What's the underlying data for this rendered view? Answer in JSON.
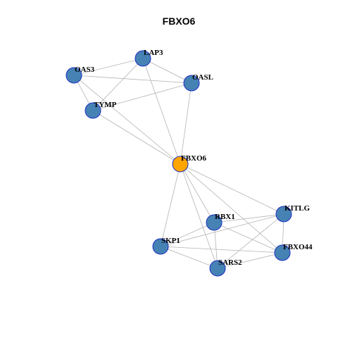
{
  "title": "FBXO6",
  "colors": {
    "center_node": "#FFA500",
    "node": "#4682B4",
    "node_border": "#1C2FC4",
    "edge": "#B3B3B3"
  },
  "nodes": [
    {
      "id": "LAP3",
      "label": "LAP3",
      "type": "neighbor"
    },
    {
      "id": "OAS3",
      "label": "OAS3",
      "type": "neighbor"
    },
    {
      "id": "OASL",
      "label": "OASL",
      "type": "neighbor"
    },
    {
      "id": "TYMP",
      "label": "TYMP",
      "type": "neighbor"
    },
    {
      "id": "FBXO6",
      "label": "FBXO6",
      "type": "center"
    },
    {
      "id": "KITLG",
      "label": "KITLG",
      "type": "neighbor"
    },
    {
      "id": "RBX1",
      "label": "RBX1",
      "type": "neighbor"
    },
    {
      "id": "SKP1",
      "label": "SKP1",
      "type": "neighbor"
    },
    {
      "id": "FBXO44",
      "label": "FBXO44",
      "type": "neighbor"
    },
    {
      "id": "SARS2",
      "label": "SARS2",
      "type": "neighbor"
    }
  ],
  "edges": [
    [
      "OAS3",
      "LAP3"
    ],
    [
      "OAS3",
      "OASL"
    ],
    [
      "OAS3",
      "TYMP"
    ],
    [
      "OAS3",
      "FBXO6"
    ],
    [
      "LAP3",
      "OASL"
    ],
    [
      "LAP3",
      "TYMP"
    ],
    [
      "LAP3",
      "FBXO6"
    ],
    [
      "OASL",
      "TYMP"
    ],
    [
      "OASL",
      "FBXO6"
    ],
    [
      "TYMP",
      "FBXO6"
    ],
    [
      "FBXO6",
      "KITLG"
    ],
    [
      "FBXO6",
      "RBX1"
    ],
    [
      "FBXO6",
      "SKP1"
    ],
    [
      "FBXO6",
      "FBXO44"
    ],
    [
      "FBXO6",
      "SARS2"
    ],
    [
      "KITLG",
      "RBX1"
    ],
    [
      "KITLG",
      "SKP1"
    ],
    [
      "KITLG",
      "FBXO44"
    ],
    [
      "KITLG",
      "SARS2"
    ],
    [
      "RBX1",
      "SKP1"
    ],
    [
      "RBX1",
      "FBXO44"
    ],
    [
      "RBX1",
      "SARS2"
    ],
    [
      "SKP1",
      "FBXO44"
    ],
    [
      "SKP1",
      "SARS2"
    ],
    [
      "FBXO44",
      "SARS2"
    ]
  ]
}
